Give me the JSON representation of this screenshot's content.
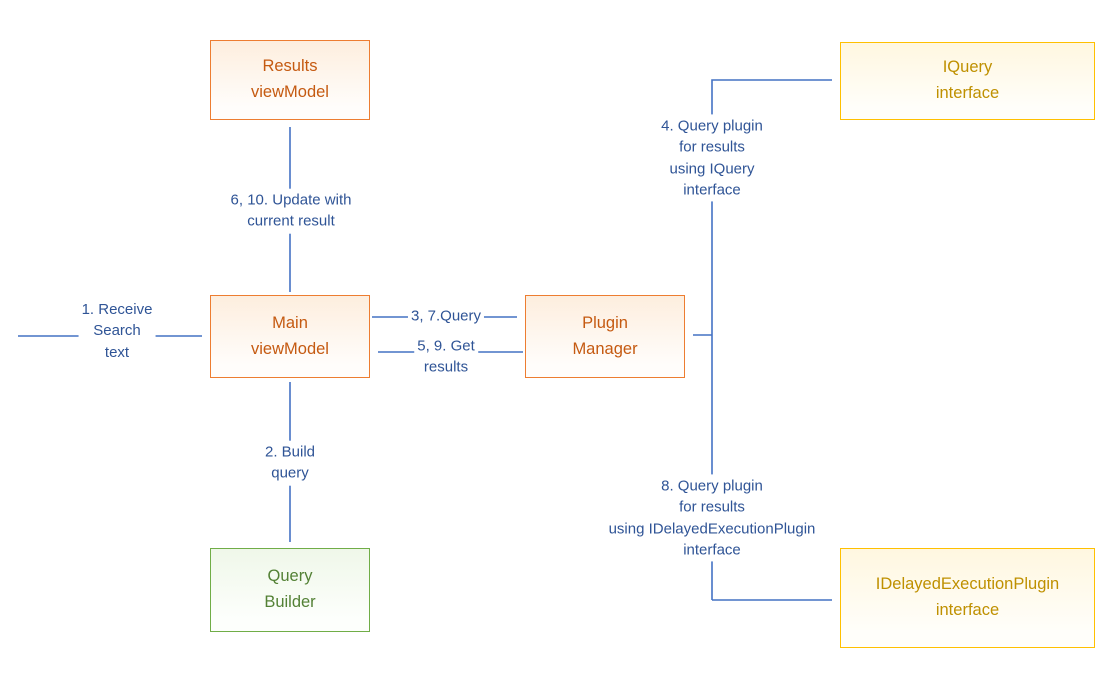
{
  "diagram": {
    "colors": {
      "arrow_color": "#4472C4",
      "label_text": "#2F5496",
      "orange_border": "#ED7D31",
      "orange_text": "#C55A11",
      "gold_border": "#FFC000",
      "gold_text": "#BF9000",
      "green_border": "#70AD47",
      "green_text": "#538135",
      "canvas_bg": "#ffffff"
    },
    "nodes": {
      "results_viewmodel": {
        "label": "Results\nviewModel"
      },
      "iquery_interface": {
        "label": "IQuery\ninterface"
      },
      "main_viewmodel": {
        "label": "Main\nviewModel"
      },
      "plugin_manager": {
        "label": "Plugin\nManager"
      },
      "query_builder": {
        "label": "Query\nBuilder"
      },
      "idelayed_interface": {
        "label": "IDelayedExecutionPlugin\ninterface"
      }
    },
    "edges": {
      "receive_search": {
        "label": "1. Receive\nSearch\ntext"
      },
      "update_result": {
        "label": "6, 10. Update with\ncurrent result"
      },
      "query": {
        "label": "3, 7.Query"
      },
      "get_results": {
        "label": "5, 9. Get\nresults"
      },
      "build_query": {
        "label": "2. Build\nquery"
      },
      "query_iquery": {
        "label": "4. Query plugin\nfor results\nusing IQuery\ninterface"
      },
      "query_idelayed": {
        "label": "8. Query plugin\nfor results\nusing IDelayedExecutionPlugin\ninterface"
      }
    }
  }
}
